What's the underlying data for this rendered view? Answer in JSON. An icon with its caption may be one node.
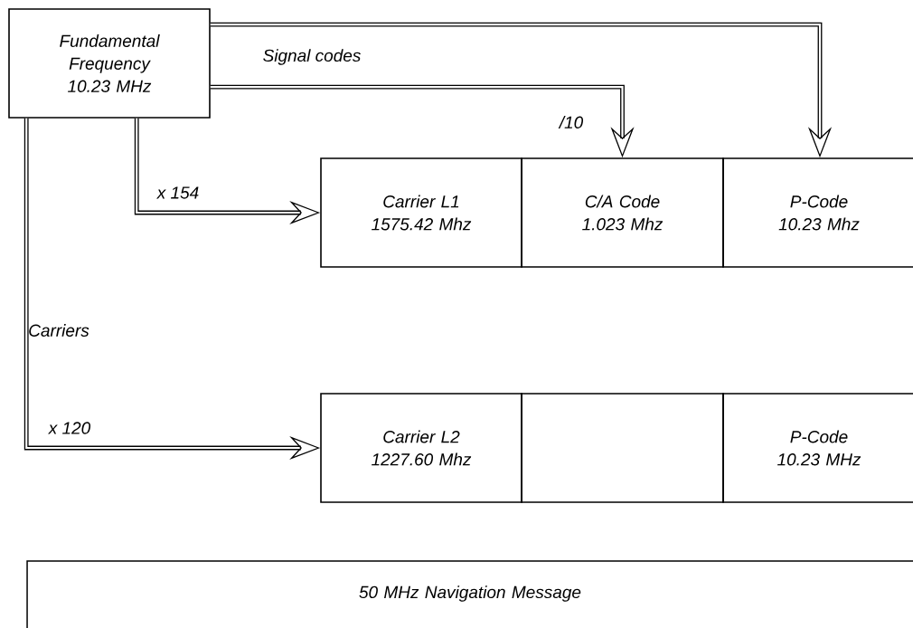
{
  "diagram": {
    "nodes": [
      {
        "text": [
          "Fundamental Frequency",
          "10.23 MHz"
        ]
      },
      {
        "text": [
          "Carrier L1",
          "1575.42 Mhz"
        ]
      },
      {
        "text": [
          "C/A Code",
          "1.023 Mhz"
        ]
      },
      {
        "text": [
          "P-Code",
          "10.23 Mhz"
        ]
      },
      {
        "text": [
          "Carrier L2",
          "1227.60 Mhz"
        ]
      },
      {
        "text": [],
        "shape": "box"
      },
      {
        "text": [
          "P-Code",
          "10.23 MHz"
        ]
      },
      {
        "text": [
          "50 MHz Navigation Message"
        ]
      }
    ],
    "edges": [
      {
        "from": 0,
        "to": 1,
        "arrow": "to",
        "label": "x 154"
      },
      {
        "from": 0,
        "to": 2,
        "arrow": "to",
        "label": "/10"
      },
      {
        "from": 0,
        "to": 3,
        "arrow": "to"
      },
      {
        "from": 0,
        "to": 4,
        "arrow": "to",
        "label": "x 120"
      }
    ],
    "labels": [
      "Signal codes",
      "Carriers"
    ]
  }
}
